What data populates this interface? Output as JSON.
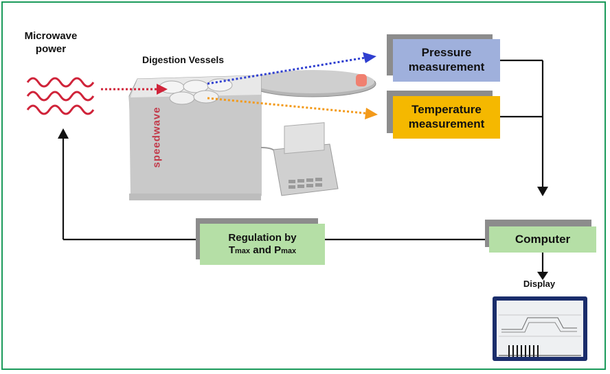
{
  "title_labels": {
    "microwave": "Microwave power",
    "vessels": "Digestion Vessels",
    "display": "Display"
  },
  "device": {
    "brand": "speedwave"
  },
  "boxes": {
    "pressure": {
      "line1": "Pressure",
      "line2": "measurement",
      "color": "#9fb0dc"
    },
    "temperature": {
      "line1": "Temperature",
      "line2": "measurement",
      "color": "#f5b800"
    },
    "computer": {
      "label": "Computer",
      "color": "#b5dfa6"
    },
    "regulation": {
      "line1": "Regulation by",
      "t": "T",
      "tsub": "max",
      "and": " and ",
      "p": "P",
      "psub": "max",
      "color": "#b5dfa6"
    }
  },
  "colors": {
    "frame": "#1a9a5a",
    "wave": "#d0243a",
    "arrow_red": "#d0243a",
    "arrow_blue": "#2f3fd0",
    "arrow_orange": "#f39a1a"
  }
}
